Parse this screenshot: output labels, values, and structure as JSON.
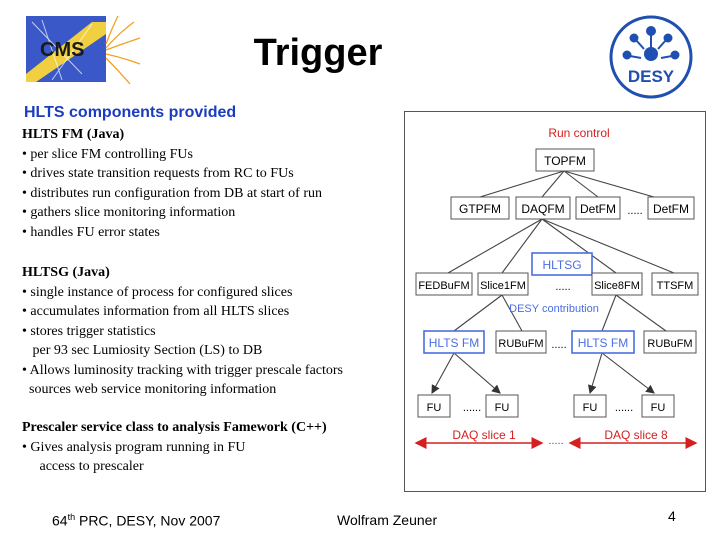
{
  "header": {
    "title": "Trigger",
    "logo_left_text": "CMS",
    "logo_right_text": "DESY"
  },
  "subtitle": "HLTS components provided",
  "sections": [
    {
      "heading": "HLTS FM (Java)",
      "lines": [
        "• per slice FM  controlling FUs",
        "• drives state transition requests from RC to FUs",
        "• distributes run configuration from DB at start of run",
        "• gathers slice monitoring information",
        "• handles FU error states"
      ]
    },
    {
      "heading": "HLTSG (Java)",
      "lines": [
        "• single instance of process for configured slices",
        "• accumulates information from all HLTS slices",
        "• stores trigger statistics",
        "   per 93 sec Lumiosity Section (LS) to DB",
        "• Allows luminosity tracking with trigger prescale factors",
        "  sources web service monitoring information"
      ]
    },
    {
      "heading": "Prescaler service class to analysis Famework (C++)",
      "lines": [
        "• Gives analysis program running in FU",
        "     access to prescaler"
      ]
    }
  ],
  "diagram": {
    "run_control": "Run control",
    "topfm": "TOPFM",
    "gtpfm": "GTPFM",
    "daqfm": "DAQFM",
    "detfm1": "DetFM",
    "dots_mid": ".....",
    "detfm2": "DetFM",
    "hltsg": "HLTSG",
    "fedbufm": "FEDBuFM",
    "slice1fm": "Slice1FM",
    "dots_slice": ".....",
    "slice8fm": "Slice8FM",
    "ttsfm": "TTSFM",
    "desy_contribution": "DESY contribution",
    "hltsfm1": "HLTS FM",
    "rubufm1": "RUBuFM",
    "dots_hlts": ".....",
    "hltsfm2": "HLTS FM",
    "rubufm2": "RUBuFM",
    "fu": "FU",
    "dots_fu": "......",
    "daq_slice1": "DAQ slice 1",
    "daq_slice8": "DAQ slice 8",
    "dots_daq": "....."
  },
  "footer": {
    "left_num": "64",
    "left_sup": "th",
    "left_rest": " PRC, DESY, Nov 2007",
    "center": "Wolfram Zeuner",
    "page_number": "4"
  },
  "colors": {
    "accent_blue": "#1c3cc0",
    "diagram_blue": "#4a6fe0",
    "diagram_red": "#d42020"
  }
}
